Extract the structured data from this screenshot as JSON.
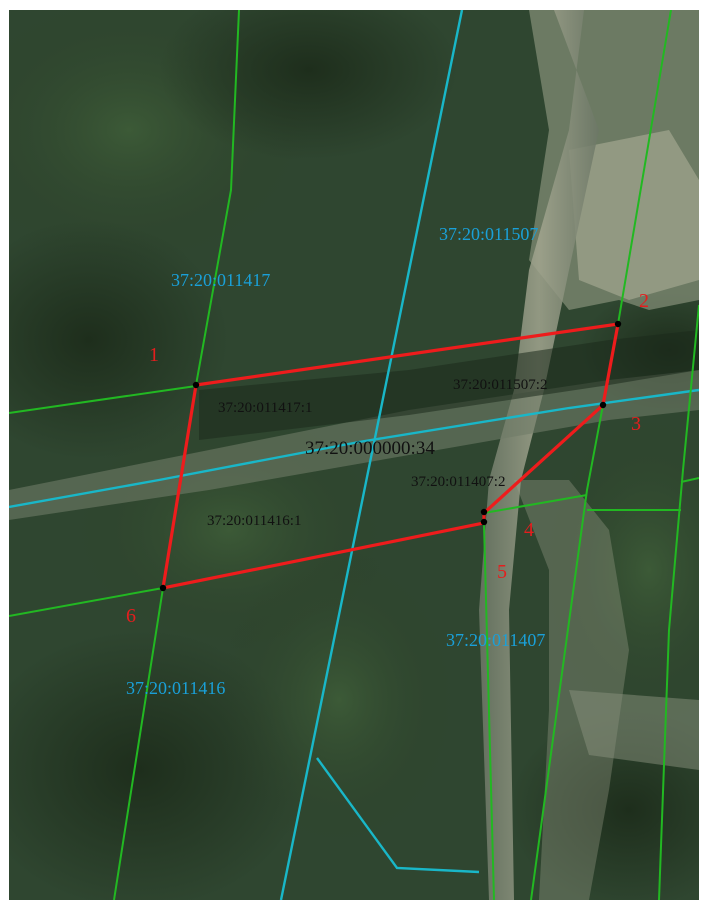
{
  "map": {
    "blocks": [
      {
        "id": "block-011417",
        "label": "37:20:011417"
      },
      {
        "id": "block-011507",
        "label": "37:20:011507"
      },
      {
        "id": "block-011416",
        "label": "37:20:011416"
      },
      {
        "id": "block-011407",
        "label": "37:20:011407"
      }
    ],
    "parcels": [
      {
        "id": "parcel-011417-1",
        "label": "37:20:011417:1"
      },
      {
        "id": "parcel-011507-2",
        "label": "37:20:011507:2"
      },
      {
        "id": "parcel-000000-34",
        "label": "37:20:000000:34"
      },
      {
        "id": "parcel-011407-2",
        "label": "37:20:011407:2"
      },
      {
        "id": "parcel-011416-1",
        "label": "37:20:011416:1"
      }
    ],
    "vertices": [
      {
        "id": "vertex-1",
        "label": "1"
      },
      {
        "id": "vertex-2",
        "label": "2"
      },
      {
        "id": "vertex-3",
        "label": "3"
      },
      {
        "id": "vertex-4",
        "label": "4"
      },
      {
        "id": "vertex-5",
        "label": "5"
      },
      {
        "id": "vertex-6",
        "label": "6"
      }
    ],
    "colors": {
      "block_label": "#1aa0d8",
      "parcel_label": "#111111",
      "vertex_label": "#e41e1e",
      "boundary": "#ee1c1c",
      "parcel_line": "#22b822",
      "block_line": "#19b7c8"
    }
  }
}
